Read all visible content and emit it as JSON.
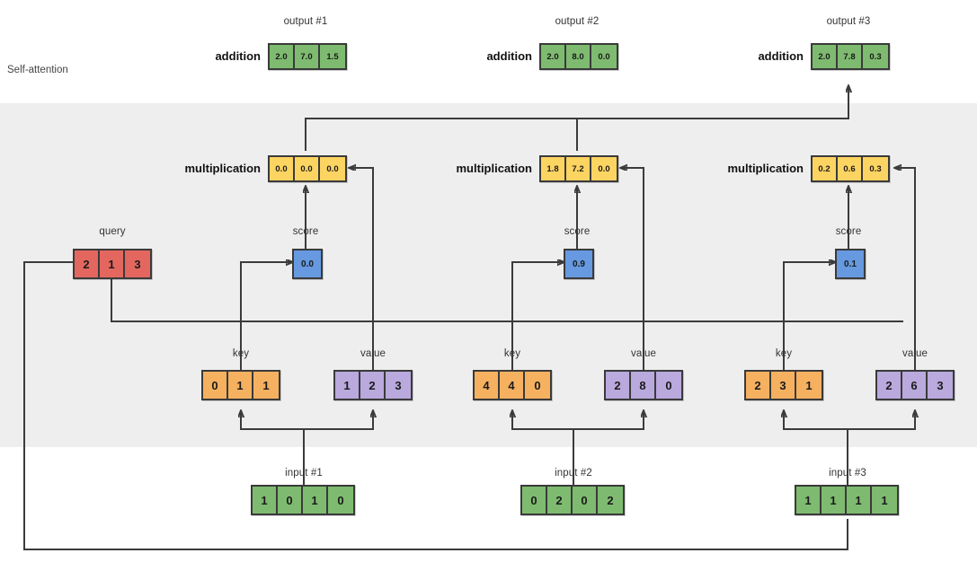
{
  "diagram": {
    "title": "Self-attention",
    "section_label": "Self-attention"
  },
  "colors": {
    "green": "#7ebb70",
    "yellow": "#fcd462",
    "red": "#e4675f",
    "blue": "#6699e0",
    "orange": "#f5b160",
    "purple": "#b9a9dd",
    "band": "#eeeeee",
    "stroke": "#3a3a3a"
  },
  "labels": {
    "addition": "addition",
    "multiplication": "multiplication",
    "query": "query",
    "score": "score",
    "key": "key",
    "value": "value"
  },
  "columns": [
    {
      "id": "col1",
      "output_caption": "output #1",
      "addition_label": "addition",
      "output_values": [
        "2.0",
        "7.0",
        "1.5"
      ],
      "multiplication_label": "multiplication",
      "multiplication_values": [
        "0.0",
        "0.0",
        "0.0"
      ],
      "score_caption": "score",
      "score_value": "0.0",
      "key_caption": "key",
      "key_values": [
        "0",
        "1",
        "1"
      ],
      "value_caption": "value",
      "value_values": [
        "1",
        "2",
        "3"
      ],
      "input_caption": "input #1",
      "input_values": [
        "1",
        "0",
        "1",
        "0"
      ]
    },
    {
      "id": "col2",
      "output_caption": "output #2",
      "addition_label": "addition",
      "output_values": [
        "2.0",
        "8.0",
        "0.0"
      ],
      "multiplication_label": "multiplication",
      "multiplication_values": [
        "1.8",
        "7.2",
        "0.0"
      ],
      "score_caption": "score",
      "score_value": "0.9",
      "key_caption": "key",
      "key_values": [
        "4",
        "4",
        "0"
      ],
      "value_caption": "value",
      "value_values": [
        "2",
        "8",
        "0"
      ],
      "input_caption": "input #2",
      "input_values": [
        "0",
        "2",
        "0",
        "2"
      ]
    },
    {
      "id": "col3",
      "output_caption": "output #3",
      "addition_label": "addition",
      "output_values": [
        "2.0",
        "7.8",
        "0.3"
      ],
      "multiplication_label": "multiplication",
      "multiplication_values": [
        "0.2",
        "0.6",
        "0.3"
      ],
      "score_caption": "score",
      "score_value": "0.1",
      "key_caption": "key",
      "key_values": [
        "2",
        "3",
        "1"
      ],
      "value_caption": "value",
      "value_values": [
        "2",
        "6",
        "3"
      ],
      "input_caption": "input #3",
      "input_values": [
        "1",
        "1",
        "1",
        "1"
      ]
    }
  ],
  "query": {
    "caption": "query",
    "values": [
      "2",
      "1",
      "3"
    ]
  }
}
